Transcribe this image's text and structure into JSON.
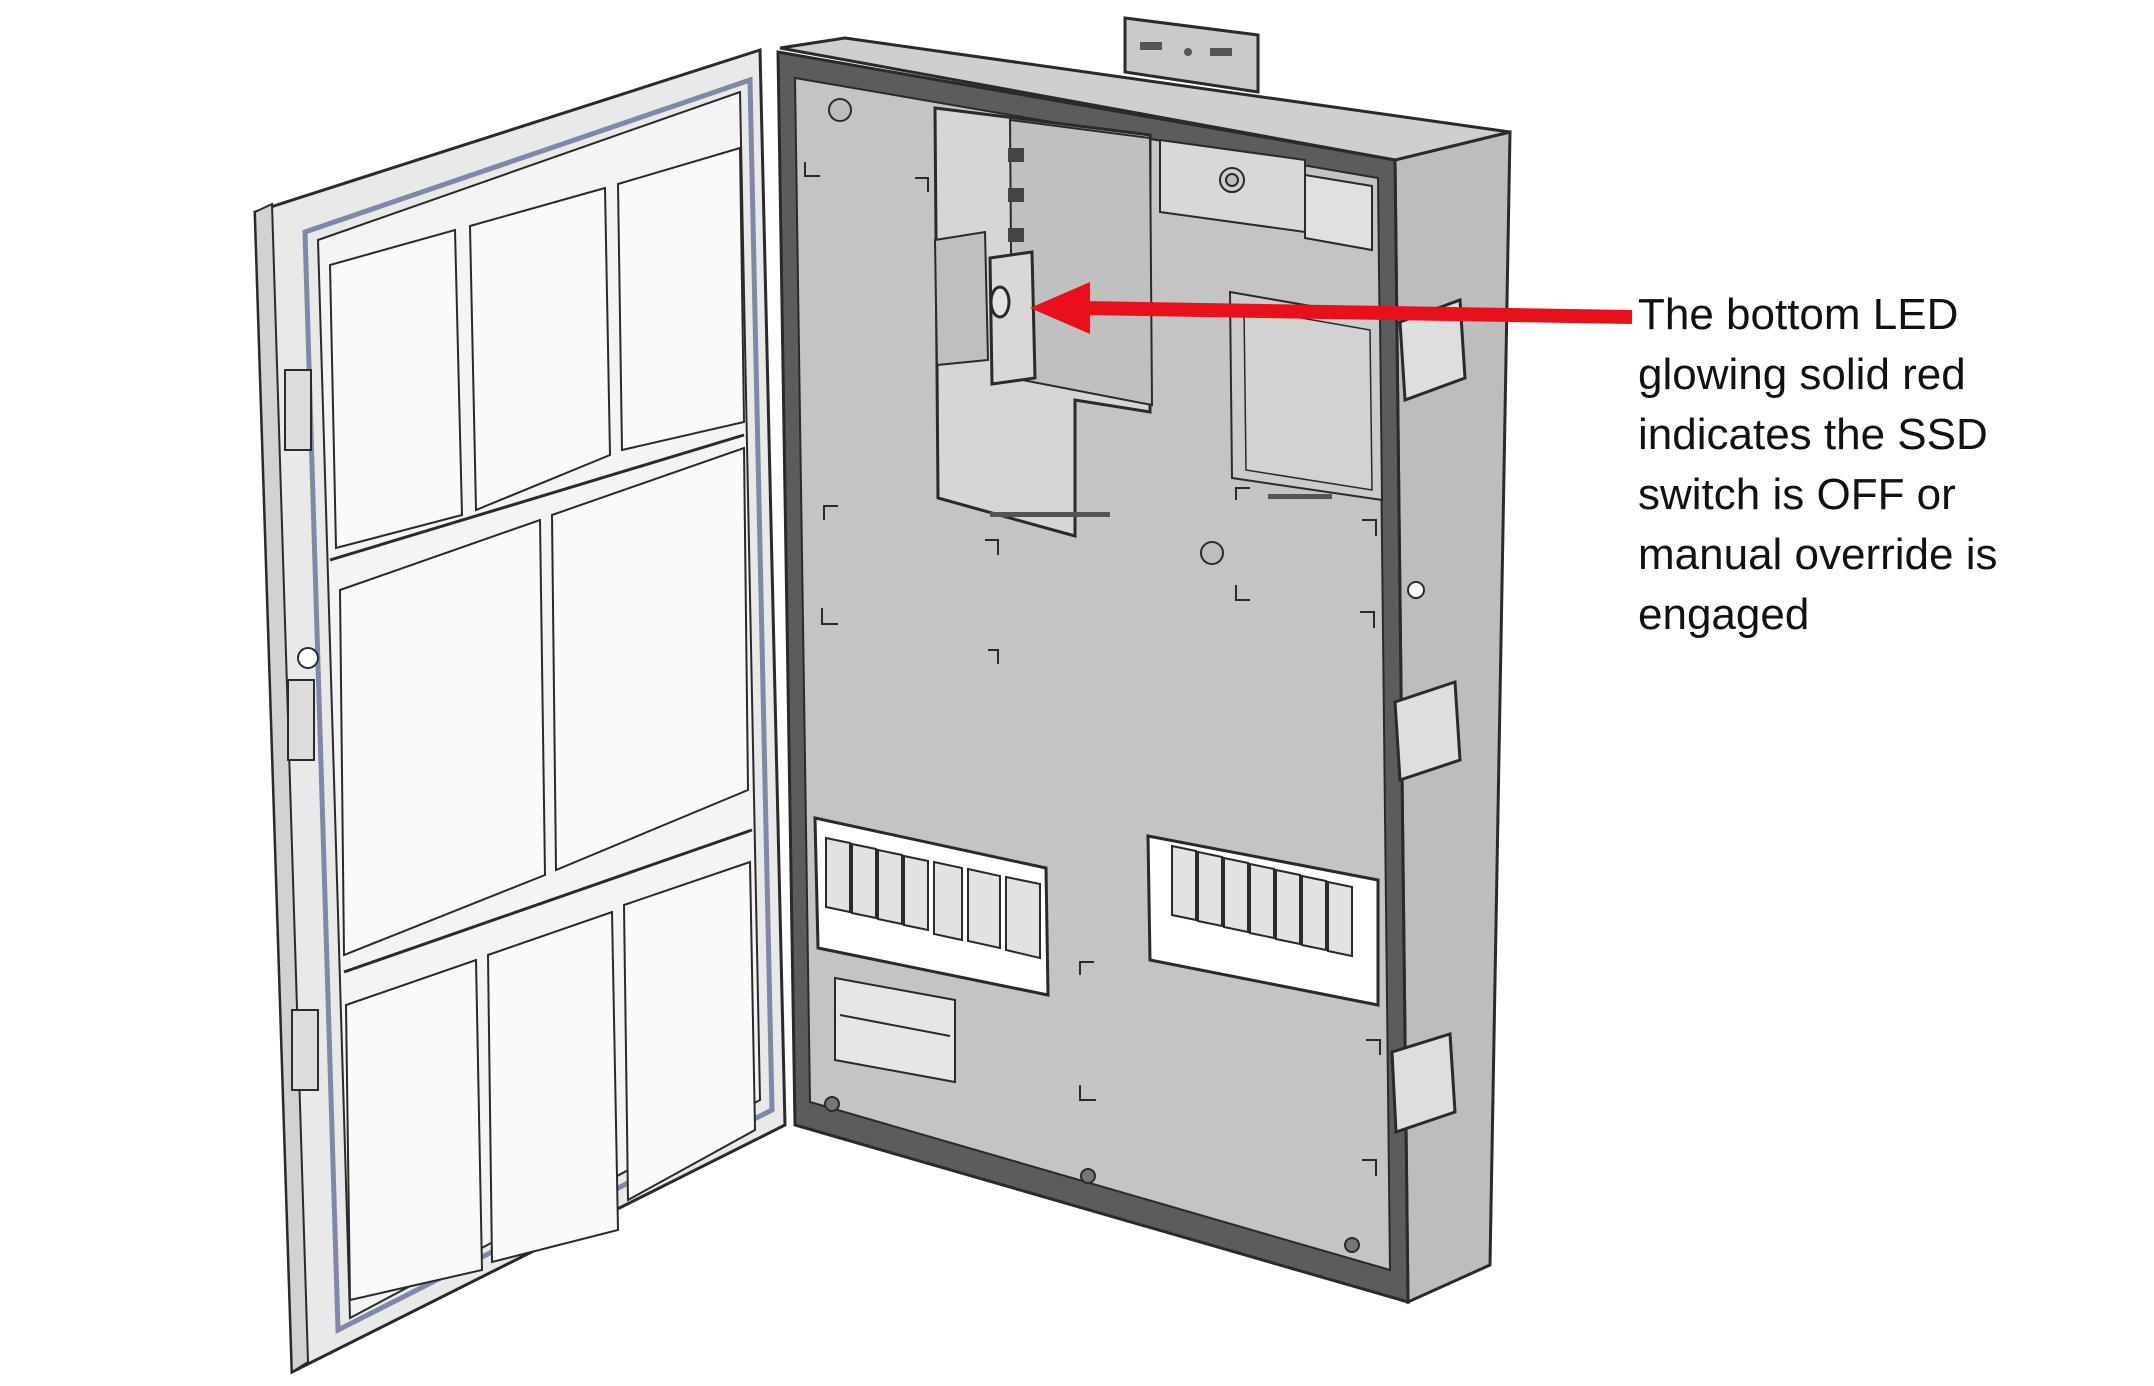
{
  "callout": {
    "lines": [
      "The bottom LED",
      "glowing solid red",
      "indicates the SSD",
      "switch is OFF or",
      "manual override is",
      "engaged"
    ],
    "arrow_color": "#e8111a"
  },
  "illustration": {
    "subject": "open electrical enclosure cabinet",
    "line_color": "#2a2a2a",
    "panel_color": "#c4c4c4",
    "door_color": "#ececec"
  }
}
